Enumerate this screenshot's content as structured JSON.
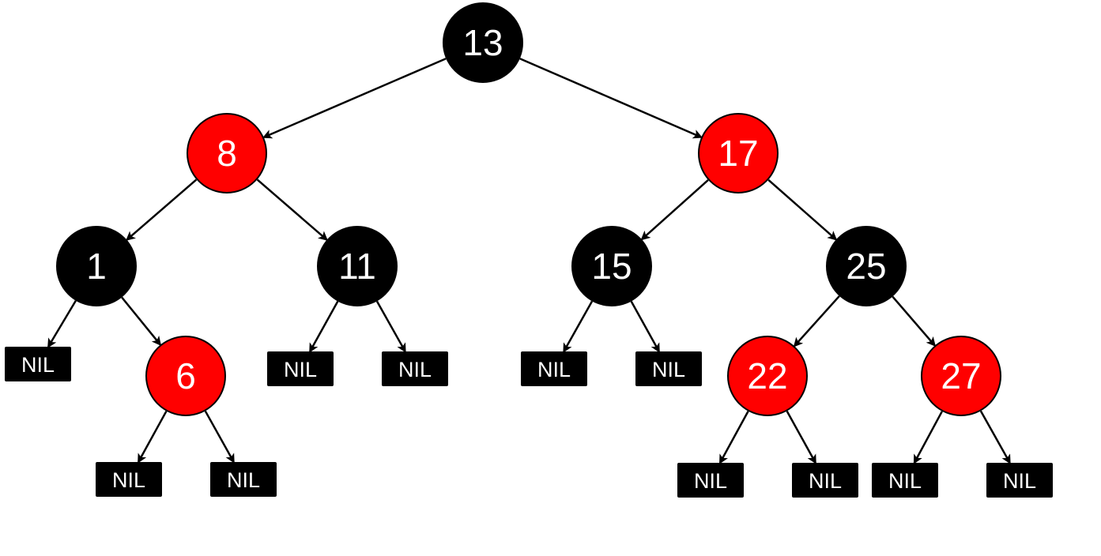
{
  "colors": {
    "red": "#ff0000",
    "black": "#000000",
    "text": "#ffffff",
    "background": "#ffffff"
  },
  "nodes": [
    {
      "id": "n13",
      "label": "13",
      "color": "black"
    },
    {
      "id": "n8",
      "label": "8",
      "color": "red"
    },
    {
      "id": "n17",
      "label": "17",
      "color": "red"
    },
    {
      "id": "n1",
      "label": "1",
      "color": "black"
    },
    {
      "id": "n11",
      "label": "11",
      "color": "black"
    },
    {
      "id": "n15",
      "label": "15",
      "color": "black"
    },
    {
      "id": "n25",
      "label": "25",
      "color": "black"
    },
    {
      "id": "n6",
      "label": "6",
      "color": "red"
    },
    {
      "id": "n22",
      "label": "22",
      "color": "red"
    },
    {
      "id": "n27",
      "label": "27",
      "color": "red"
    }
  ],
  "nil_leaves": [
    {
      "id": "nil-1-left",
      "label": "NIL"
    },
    {
      "id": "nil-6-left",
      "label": "NIL"
    },
    {
      "id": "nil-6-right",
      "label": "NIL"
    },
    {
      "id": "nil-11-left",
      "label": "NIL"
    },
    {
      "id": "nil-11-right",
      "label": "NIL"
    },
    {
      "id": "nil-15-left",
      "label": "NIL"
    },
    {
      "id": "nil-15-right",
      "label": "NIL"
    },
    {
      "id": "nil-22-left",
      "label": "NIL"
    },
    {
      "id": "nil-22-right",
      "label": "NIL"
    },
    {
      "id": "nil-27-left",
      "label": "NIL"
    },
    {
      "id": "nil-27-right",
      "label": "NIL"
    }
  ],
  "edges": [
    [
      "n13",
      "n8"
    ],
    [
      "n13",
      "n17"
    ],
    [
      "n8",
      "n1"
    ],
    [
      "n8",
      "n11"
    ],
    [
      "n17",
      "n15"
    ],
    [
      "n17",
      "n25"
    ],
    [
      "n1",
      "nil-1-left"
    ],
    [
      "n1",
      "n6"
    ],
    [
      "n6",
      "nil-6-left"
    ],
    [
      "n6",
      "nil-6-right"
    ],
    [
      "n11",
      "nil-11-left"
    ],
    [
      "n11",
      "nil-11-right"
    ],
    [
      "n15",
      "nil-15-left"
    ],
    [
      "n15",
      "nil-15-right"
    ],
    [
      "n25",
      "n22"
    ],
    [
      "n25",
      "n27"
    ],
    [
      "n22",
      "nil-22-left"
    ],
    [
      "n22",
      "nil-22-right"
    ],
    [
      "n27",
      "nil-27-left"
    ],
    [
      "n27",
      "nil-27-right"
    ]
  ]
}
